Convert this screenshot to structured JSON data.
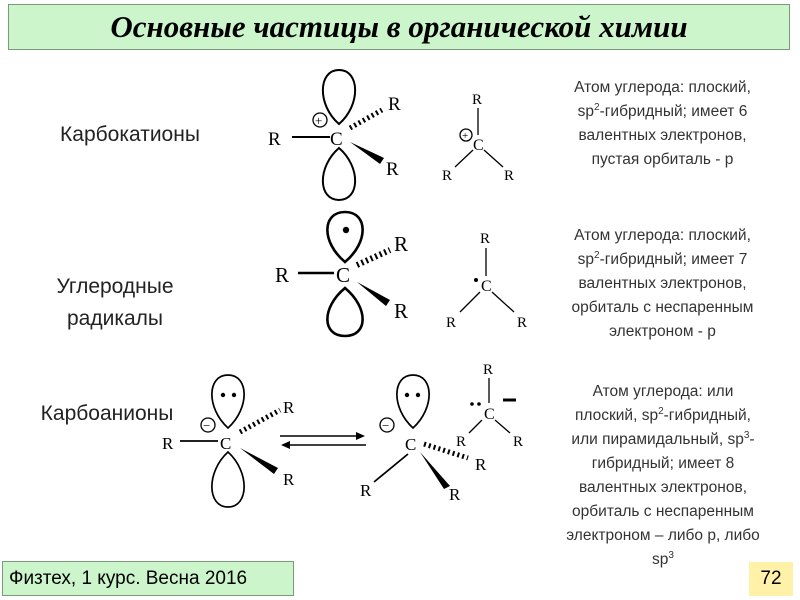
{
  "title": "Основные частицы в органической химии",
  "rows": [
    {
      "label": "Карбокатионы",
      "desc": [
        "Атом углерода: плоский,",
        "sp",
        "2",
        "-гибридный; имеет 6",
        "валентных электронов,",
        "пустая орбиталь - p"
      ]
    },
    {
      "label_line1": "Углеродные",
      "label_line2": "радикалы",
      "desc": [
        "Атом углерода: плоский,",
        "sp",
        "2",
        "-гибридный; имеет 7",
        "валентных электронов,",
        "орбиталь с неспаренным",
        "электроном - p"
      ]
    },
    {
      "label": "Карбоанионы",
      "desc": [
        "Атом углерода: или",
        "плоский, sp",
        "2",
        "-гибридный,",
        "или пирамидальный, sp",
        "3",
        "-",
        "гибридный; имеет 8",
        "валентных электронов,",
        "орбиталь с неспаренным",
        "электроном – либо p, либо",
        "sp",
        "3"
      ]
    }
  ],
  "chem": {
    "R": "R",
    "C": "C",
    "plus": "+",
    "minus": "−"
  },
  "footer": {
    "left": "Физтех, 1 курс. Весна 2016",
    "page": "72"
  }
}
